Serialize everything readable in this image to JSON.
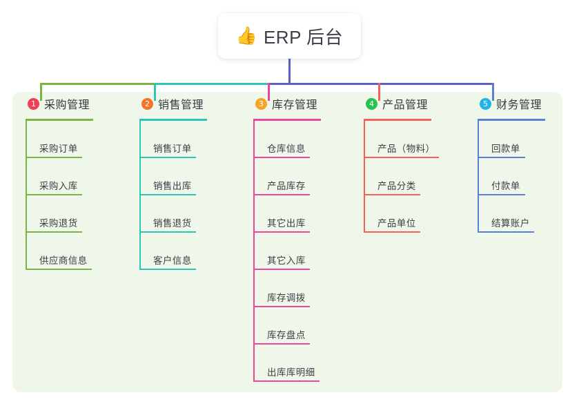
{
  "title": {
    "emoji": "👍",
    "icon_name": "thumbs-up-icon",
    "text": "ERP 后台"
  },
  "theme": {
    "panel_bg": "#eff7ea",
    "page_bg": "#ffffff",
    "stem_color": "#5b5fc7",
    "text_color": "#3c3f45"
  },
  "columns": [
    {
      "index": "1",
      "title": "采购管理",
      "color": "#7cb342",
      "badge_color": "#ef4056",
      "items": [
        {
          "label": "采购订单"
        },
        {
          "label": "采购入库"
        },
        {
          "label": "采购退货"
        },
        {
          "label": "供应商信息"
        }
      ]
    },
    {
      "index": "2",
      "title": "销售管理",
      "color": "#2ec4b6",
      "badge_color": "#f4742b",
      "items": [
        {
          "label": "销售订单"
        },
        {
          "label": "销售出库"
        },
        {
          "label": "销售退货"
        },
        {
          "label": "客户信息"
        }
      ]
    },
    {
      "index": "3",
      "title": "库存管理",
      "color": "#e9479b",
      "badge_color": "#f5a623",
      "items": [
        {
          "label": "仓库信息"
        },
        {
          "label": "产品库存"
        },
        {
          "label": "其它出库"
        },
        {
          "label": "其它入库"
        },
        {
          "label": "库存调拨"
        },
        {
          "label": "库存盘点"
        },
        {
          "label": "出库库明细"
        }
      ]
    },
    {
      "index": "4",
      "title": "产品管理",
      "color": "#f4605c",
      "badge_color": "#27c252",
      "items": [
        {
          "label": "产品（物料）"
        },
        {
          "label": "产品分类"
        },
        {
          "label": "产品单位"
        }
      ]
    },
    {
      "index": "5",
      "title": "财务管理",
      "color": "#5b7fd4",
      "badge_color": "#22b3e8",
      "items": [
        {
          "label": "回款单"
        },
        {
          "label": "付款单"
        },
        {
          "label": "结算账户"
        }
      ]
    }
  ]
}
